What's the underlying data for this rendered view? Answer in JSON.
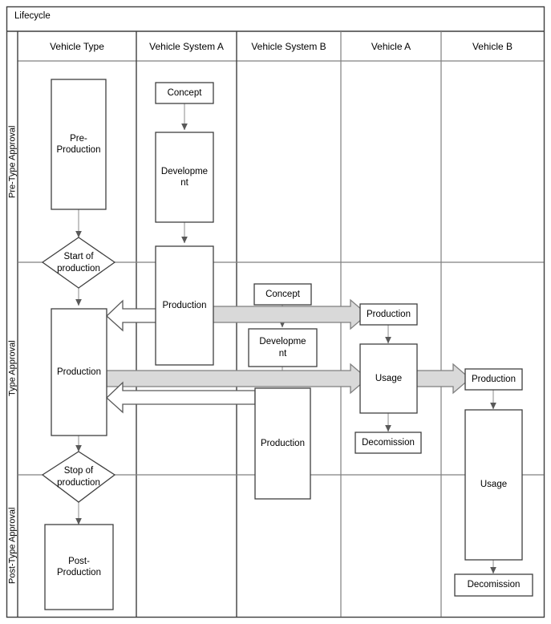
{
  "diagram": {
    "title": "Lifecycle",
    "columns": [
      {
        "label": "Vehicle Type"
      },
      {
        "label": "Vehicle System A"
      },
      {
        "label": "Vehicle System B"
      },
      {
        "label": "Vehicle A"
      },
      {
        "label": "Vehicle B"
      }
    ],
    "rows": [
      {
        "label": "Pre-Type Approval"
      },
      {
        "label": "Type Approval"
      },
      {
        "label": "Post-Type Approval"
      }
    ],
    "nodes": {
      "vt_pre_production": "Pre-\nProduction",
      "vt_start_of_production": "Start of\nproduction",
      "vt_production": "Production",
      "vt_stop_of_production": "Stop of\nproduction",
      "vt_post_production": "Post-\nProduction",
      "vsa_concept": "Concept",
      "vsa_development": "Developme\nnt",
      "vsa_production": "Production",
      "vsb_concept": "Concept",
      "vsb_development": "Developme\nnt",
      "vsb_production": "Production",
      "va_production": "Production",
      "va_usage": "Usage",
      "va_decomission": "Decomission",
      "vb_production": "Production",
      "vb_usage": "Usage",
      "vb_decomission": "Decomission"
    },
    "colors": {
      "border": "#3f3f3f",
      "node_fill": "#ffffff",
      "grid": "#808080",
      "block_arrow_fill": "#d9d9d9",
      "block_arrow_stroke": "#7f7f7f",
      "hollow_arrow_fill": "#ffffff",
      "connector": "#808080",
      "background": "#ffffff"
    }
  }
}
